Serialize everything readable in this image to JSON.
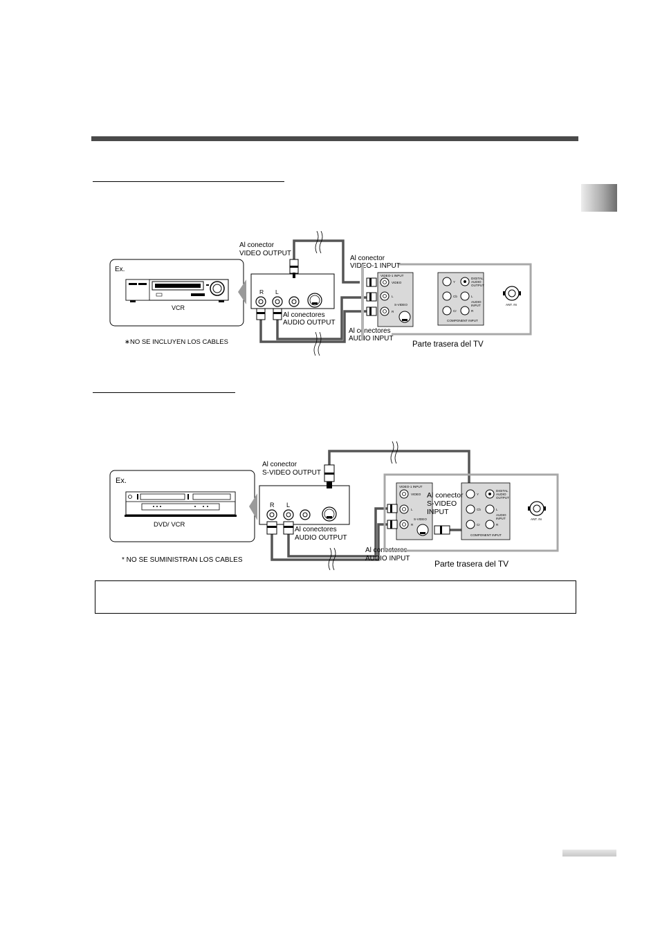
{
  "diagram1": {
    "ex_label": "Ex.",
    "device_name": "VCR",
    "video_output_l1": "Al conector",
    "video_output_l2": "VIDEO OUTPUT",
    "video1_input_l1": "Al conector",
    "video1_input_l2": "VIDEO-1 INPUT",
    "audio_output_l1": "Al conectores",
    "audio_output_l2": "AUDIO OUTPUT",
    "audio_input_l1": "Al conectores",
    "audio_input_l2": "AUDIO INPUT",
    "jack_r": "R",
    "jack_l": "L",
    "cables_note": "∗NO SE INCLUYEN LOS CABLES",
    "tv_back_label": "Parte trasera del TV"
  },
  "diagram2": {
    "ex_label": "Ex.",
    "device_name": "DVD/ VCR",
    "svideo_output_l1": "Al conector",
    "svideo_output_l2": "S-VIDEO OUTPUT",
    "svideo_input_l1": "Al conector",
    "svideo_input_l2": "S-VIDEO",
    "svideo_input_l3": "INPUT",
    "audio_output_l1": "Al conectores",
    "audio_output_l2": "AUDIO OUTPUT",
    "audio_input_l1": "Al conectores",
    "audio_input_l2": "AUDIO INPUT",
    "jack_r": "R",
    "jack_l": "L",
    "cables_note": "* NO SE SUMINISTRAN LOS CABLES",
    "tv_back_label": "Parte trasera del TV"
  },
  "tv_panel": {
    "video1_input": "VIDEO-1 INPUT",
    "video": "VIDEO",
    "s_video": "S-VIDEO",
    "l": "L",
    "r": "R",
    "y": "Y",
    "cb": "Cb",
    "cr": "Cr",
    "digital_audio_1": "DIGITAL",
    "digital_audio_2": "AUDIO",
    "digital_audio_3": "OUTPUT",
    "audio_input_1": "AUDIO",
    "audio_input_2": "INPUT",
    "component_input": "COMPONENT INPUT",
    "ant_in": "ANT. IN"
  }
}
